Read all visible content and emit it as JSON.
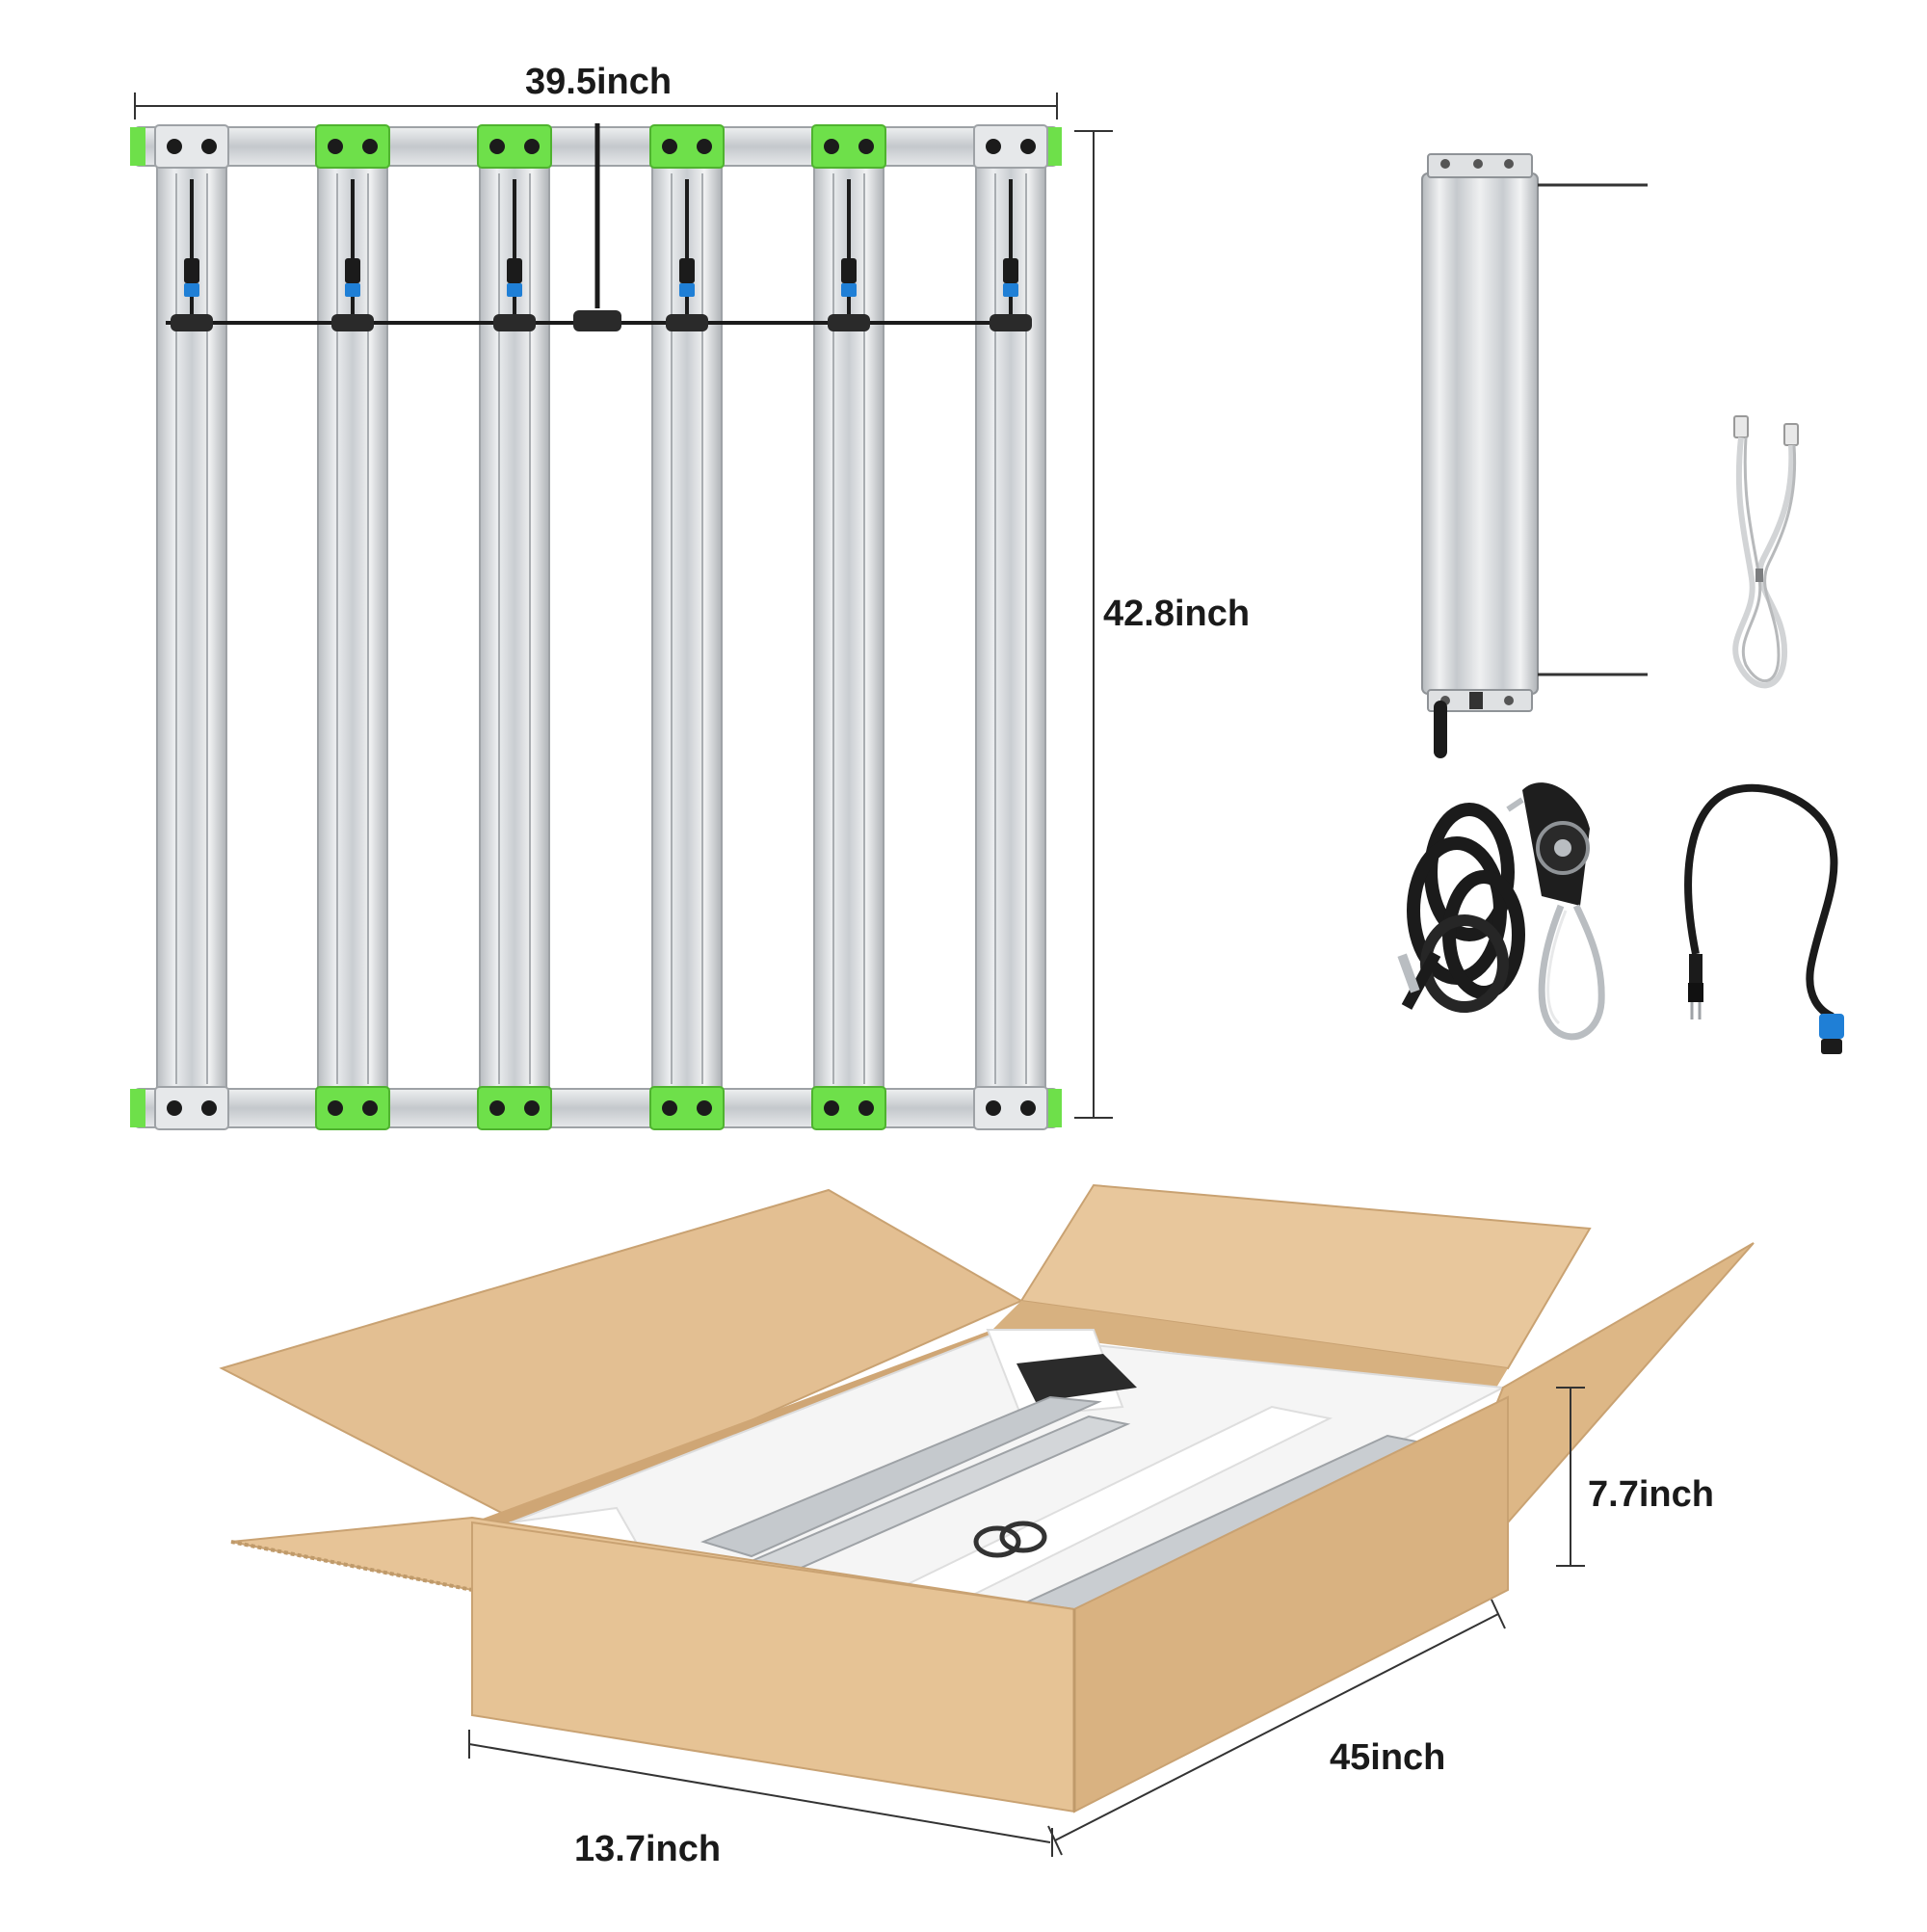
{
  "dimensions": {
    "light_width": "39.5inch",
    "light_height": "42.8inch",
    "box_height": "7.7inch",
    "box_length": "45inch",
    "box_width": "13.7inch"
  },
  "colors": {
    "aluminum": "#d9dbdd",
    "aluminum_dark": "#a9adb1",
    "bracket_green": "#6ee04a",
    "cable": "#1b1b1b",
    "connector_blue": "#1f7fd6",
    "cardboard": "#e3bf92",
    "cardboard_dark": "#cfa675",
    "foam": "#f7f7f7"
  },
  "icons": [
    "led-bar-icon",
    "driver-icon",
    "rj-cable-icon",
    "rope-ratchet-icon",
    "power-cable-icon",
    "shipping-box-icon"
  ]
}
